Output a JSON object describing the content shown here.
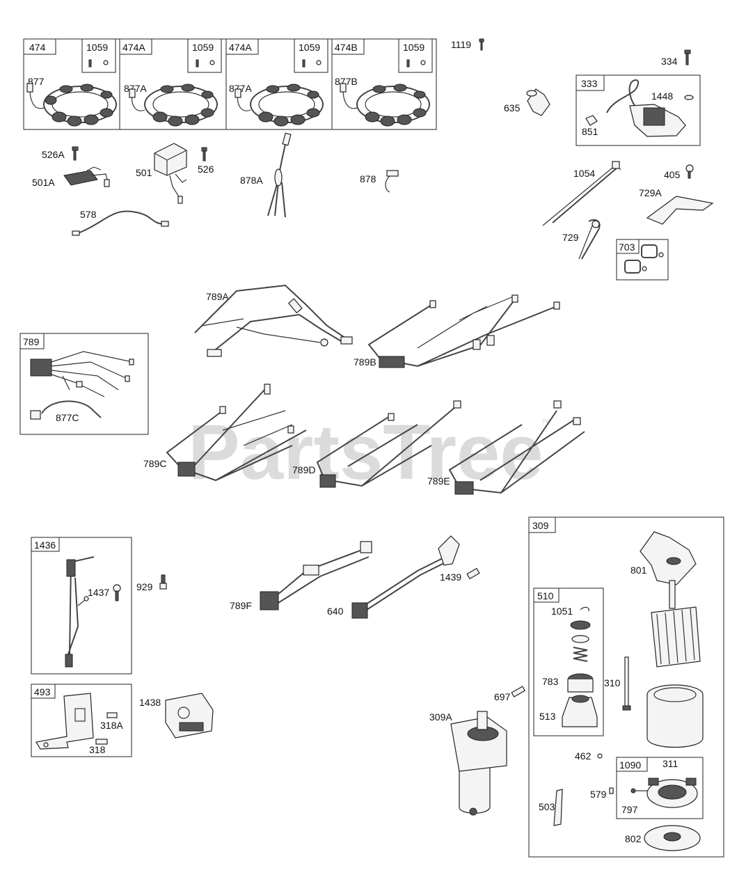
{
  "watermark": {
    "text": "PartsTree",
    "tm": "™"
  },
  "groups": [
    {
      "id": "g474",
      "label": "474",
      "sub": "1059",
      "wire": "877"
    },
    {
      "id": "g474a1",
      "label": "474A",
      "sub": "1059",
      "wire": "877A"
    },
    {
      "id": "g474a2",
      "label": "474A",
      "sub": "1059",
      "wire": "877A"
    },
    {
      "id": "g474b",
      "label": "474B",
      "sub": "1059",
      "wire": "877B"
    },
    {
      "id": "g333",
      "label": "333"
    },
    {
      "id": "g703",
      "label": "703"
    },
    {
      "id": "g789",
      "label": "789"
    },
    {
      "id": "g1436",
      "label": "1436"
    },
    {
      "id": "g493",
      "label": "493"
    },
    {
      "id": "g309",
      "label": "309"
    },
    {
      "id": "g510",
      "label": "510"
    },
    {
      "id": "g1090",
      "label": "1090"
    }
  ],
  "labels": {
    "p1119": "1119",
    "p334": "334",
    "p1448": "1448",
    "p635": "635",
    "p851": "851",
    "p526a": "526A",
    "p501a": "501A",
    "p501": "501",
    "p526": "526",
    "p878a": "878A",
    "p878": "878",
    "p578": "578",
    "p1054": "1054",
    "p405": "405",
    "p729a": "729A",
    "p729": "729",
    "p789a": "789A",
    "p789b": "789B",
    "p877c": "877C",
    "p789c": "789C",
    "p789d": "789D",
    "p789e": "789E",
    "p1437": "1437",
    "p929": "929",
    "p789f": "789F",
    "p640": "640",
    "p1439": "1439",
    "p801": "801",
    "p1051": "1051",
    "p783": "783",
    "p310": "310",
    "p513": "513",
    "p697": "697",
    "p309a": "309A",
    "p462": "462",
    "p311": "311",
    "p579": "579",
    "p797": "797",
    "p503": "503",
    "p802": "802",
    "p1438": "1438",
    "p318a": "318A",
    "p318": "318"
  }
}
